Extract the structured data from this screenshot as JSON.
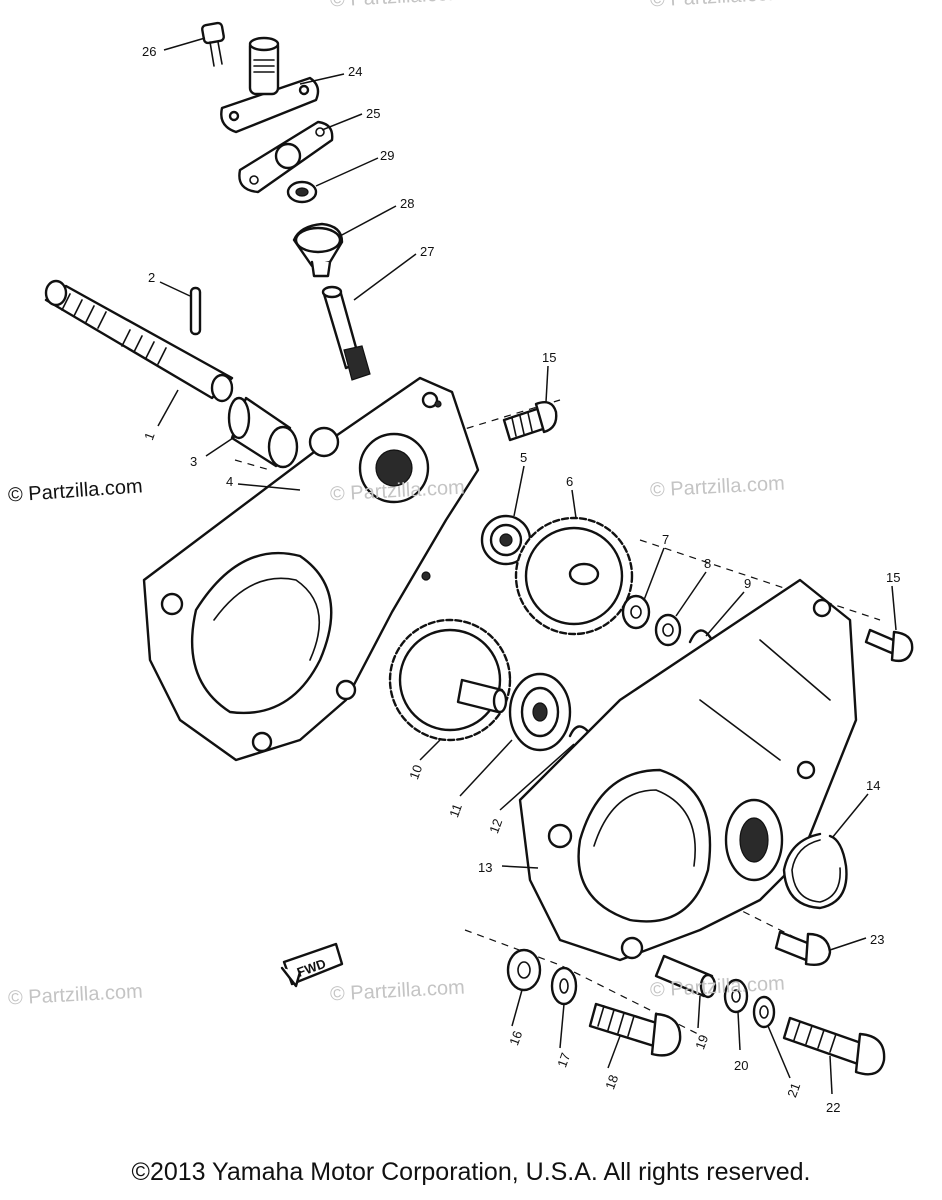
{
  "watermarks": {
    "main": "© Partzilla.com",
    "faint": [
      "© Partzilla.com",
      "© Partzilla.com",
      "© Partzilla.com",
      "© Partzilla.com",
      "© Partzilla.com",
      "© Partzilla.com",
      "© Partzilla.com"
    ]
  },
  "callouts": [
    "1",
    "2",
    "3",
    "4",
    "5",
    "6",
    "7",
    "8",
    "9",
    "10",
    "11",
    "12",
    "13",
    "14",
    "15",
    "15",
    "16",
    "17",
    "18",
    "19",
    "20",
    "21",
    "22",
    "23",
    "24",
    "25",
    "26",
    "27",
    "28",
    "29"
  ],
  "direction_label": "FWD",
  "copyright": "©2013 Yamaha Motor Corporation, U.S.A. All rights reserved."
}
